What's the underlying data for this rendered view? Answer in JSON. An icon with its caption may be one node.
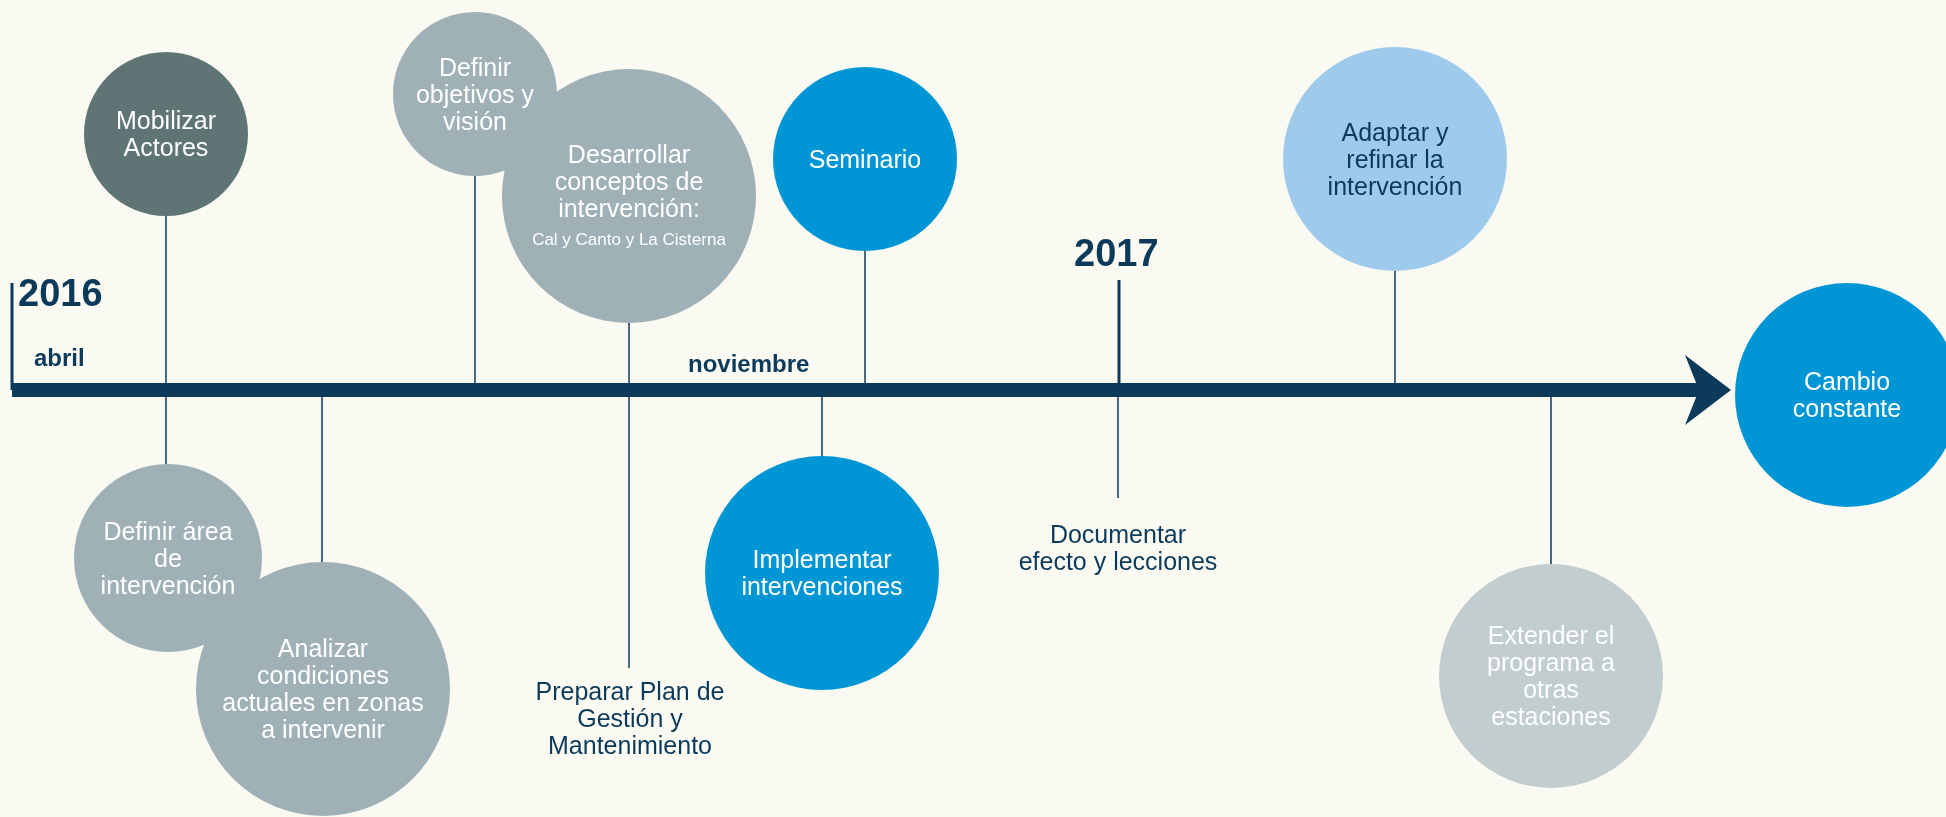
{
  "diagram": {
    "nodes": [
      {
        "text": [
          "Mobilizar Actores"
        ]
      },
      {
        "text": [
          "Definir área de intervención"
        ]
      },
      {
        "text": [
          "Analizar condiciones actuales en zonas a intervenir"
        ]
      },
      {
        "text": [
          "Definir objetivos y visión"
        ]
      },
      {
        "text": [
          "Desarrollar conceptos de intervención:",
          "Cal y Canto y La Cisterna"
        ]
      },
      {
        "text": [
          "Preparar Plan de Gestión y Mantenimiento"
        ]
      },
      {
        "text": [
          "Seminario"
        ]
      },
      {
        "text": [
          "Implementar intervenciones"
        ]
      },
      {
        "text": [
          "Documentar efecto y lecciones"
        ]
      },
      {
        "text": [
          "Adaptar y refinar la intervención"
        ]
      },
      {
        "text": [
          "Extender el programa a otras estaciones"
        ]
      },
      {
        "text": [
          "Cambio constante"
        ]
      }
    ],
    "edges": [
      {
        "from": 0,
        "to": null,
        "arrow": "none"
      },
      {
        "from": 1,
        "to": null,
        "arrow": "none"
      },
      {
        "from": 2,
        "to": null,
        "arrow": "none"
      },
      {
        "from": 3,
        "to": null,
        "arrow": "none"
      },
      {
        "from": 4,
        "to": null,
        "arrow": "none"
      },
      {
        "from": 5,
        "to": null,
        "arrow": "none"
      },
      {
        "from": 6,
        "to": null,
        "arrow": "none"
      },
      {
        "from": 7,
        "to": null,
        "arrow": "none"
      },
      {
        "from": 8,
        "to": null,
        "arrow": "none"
      },
      {
        "from": 9,
        "to": null,
        "arrow": "none"
      },
      {
        "from": 10,
        "to": null,
        "arrow": "none"
      },
      {
        "from": null,
        "to": 11,
        "arrow": "to",
        "style": "thick"
      }
    ],
    "labels": [
      "2016",
      "abril",
      "noviembre",
      "2017"
    ]
  }
}
